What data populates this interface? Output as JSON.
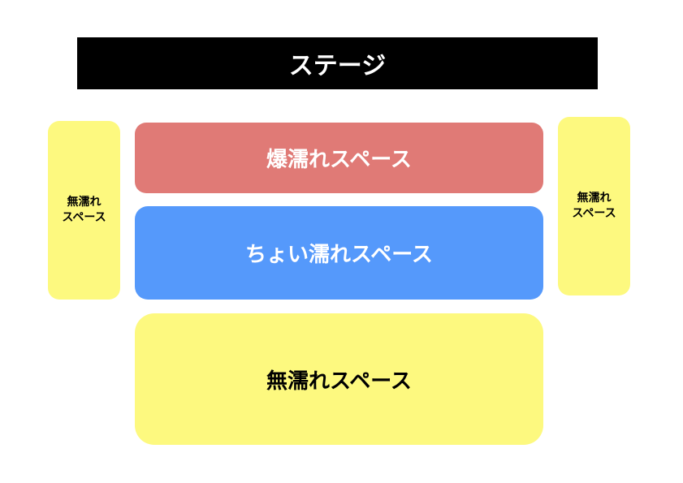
{
  "stage": {
    "label": "ステージ"
  },
  "zones": {
    "bakunure": {
      "label": "爆濡れスペース",
      "color": "#e07a76"
    },
    "choinure": {
      "label": "ちょい濡れスペース",
      "color": "#5599fb"
    },
    "munure_main": {
      "label": "無濡れスペース",
      "color": "#fdf97f"
    },
    "munure_left": {
      "line1": "無濡れ",
      "line2": "スペース",
      "color": "#fdf97f"
    },
    "munure_right": {
      "line1": "無濡れ",
      "line2": "スペース",
      "color": "#fdf97f"
    }
  }
}
